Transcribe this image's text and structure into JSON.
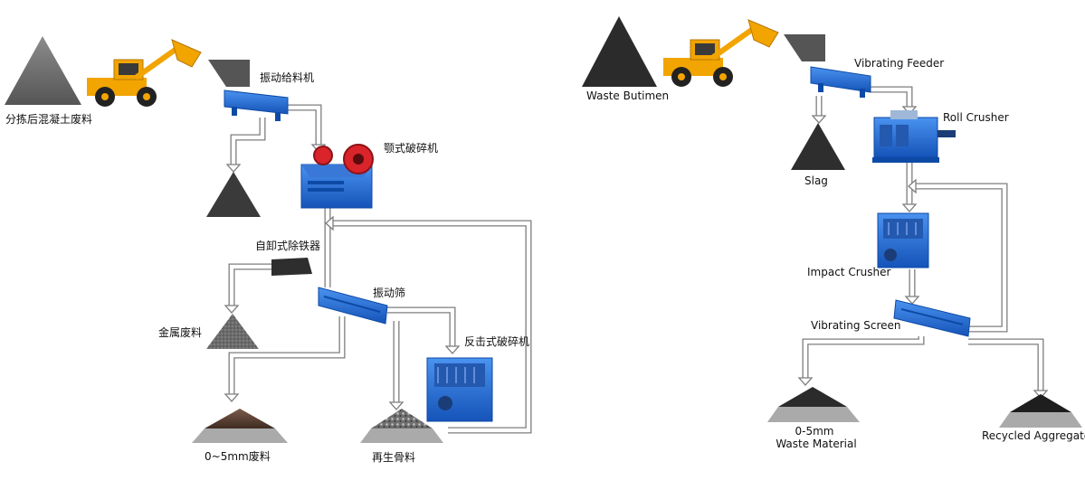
{
  "colors": {
    "machine_blue": "#1f6fd1",
    "machine_blue_dark": "#0d4aa6",
    "loader_yellow": "#f2a400",
    "crusher_red": "#d8242a",
    "pile_gray": "#6a6a6a",
    "pile_dark": "#2b2b2b",
    "pipe_gray": "#8a8a8a",
    "pipe_fill": "#ffffff"
  },
  "left_diagram": {
    "raw_material": "分拣后混凝土废料",
    "feeder": "振动给料机",
    "jaw_crusher": "颚式破碎机",
    "iron_remover": "自卸式除铁器",
    "metal_waste": "金属废料",
    "screen": "振动筛",
    "impact_crusher": "反击式破碎机",
    "fine_waste": "0~5mm废料",
    "recycled": "再生骨料"
  },
  "right_diagram": {
    "raw_material": "Waste Butimen",
    "feeder": "Vibrating Feeder",
    "roll_crusher": "Roll Crusher",
    "slag": "Slag",
    "impact_crusher": "Impact Crusher",
    "screen": "Vibrating Screen",
    "fine_size": "0-5mm",
    "fine_waste": "Waste Material",
    "recycled": "Recycled Aggregate"
  },
  "icons": [
    "wheel-loader-icon",
    "vibrating-feeder-icon",
    "jaw-crusher-icon",
    "roll-crusher-icon",
    "impact-crusher-icon",
    "vibrating-screen-icon",
    "iron-remover-icon",
    "material-pile-icon",
    "flow-arrow-icon"
  ]
}
